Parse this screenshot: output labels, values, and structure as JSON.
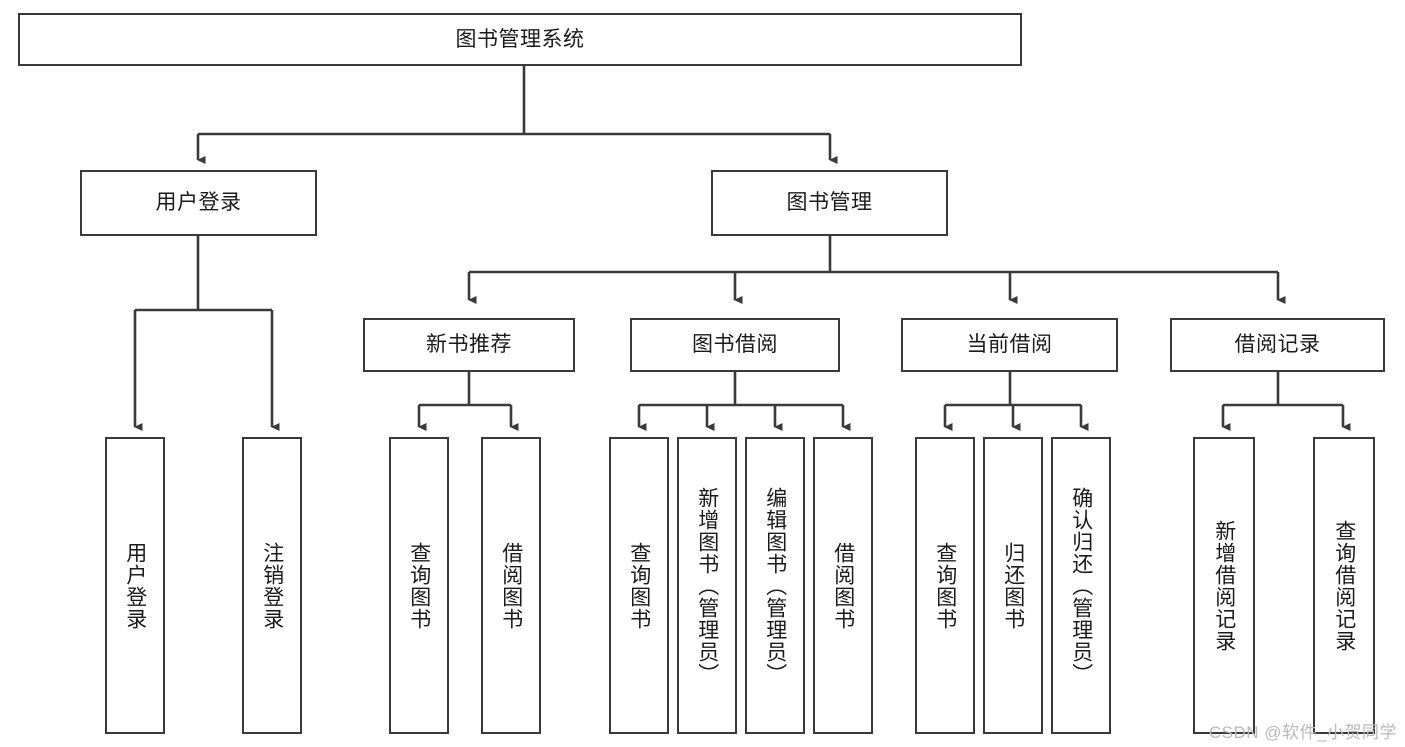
{
  "diagram": {
    "type": "tree",
    "title": "图书管理系统",
    "watermark": "CSDN @软件_小贺同学",
    "colors": {
      "box_border": "#3a3a3a",
      "box_fill": "#ffffff",
      "connector": "#3a3a3a",
      "text": "#1b1b1b",
      "watermark": "#b9b9b9"
    },
    "nodes": {
      "root": {
        "label": "图书管理系统"
      },
      "level1": [
        {
          "id": "user-login",
          "label": "用户登录"
        },
        {
          "id": "book-manage",
          "label": "图书管理"
        }
      ],
      "level2": [
        {
          "id": "new-book-recommend",
          "label": "新书推荐"
        },
        {
          "id": "book-borrow",
          "label": "图书借阅"
        },
        {
          "id": "current-borrow",
          "label": "当前借阅"
        },
        {
          "id": "borrow-record",
          "label": "借阅记录"
        }
      ],
      "leaves": {
        "user-login": [
          {
            "id": "leaf-user-login",
            "label": "用户登录"
          },
          {
            "id": "leaf-logout-login",
            "label": "注销登录"
          }
        ],
        "new-book-recommend": [
          {
            "id": "leaf-query-book-1",
            "label": "查询图书"
          },
          {
            "id": "leaf-borrow-book-1",
            "label": "借阅图书"
          }
        ],
        "book-borrow": [
          {
            "id": "leaf-query-book-2",
            "label": "查询图书"
          },
          {
            "id": "leaf-add-book",
            "label": "新增图书（管理员）"
          },
          {
            "id": "leaf-edit-book",
            "label": "编辑图书（管理员）"
          },
          {
            "id": "leaf-borrow-book-2",
            "label": "借阅图书"
          }
        ],
        "current-borrow": [
          {
            "id": "leaf-query-book-3",
            "label": "查询图书"
          },
          {
            "id": "leaf-return-book",
            "label": "归还图书"
          },
          {
            "id": "leaf-confirm-return",
            "label": "确认归还（管理员）"
          }
        ],
        "borrow-record": [
          {
            "id": "leaf-add-record",
            "label": "新增借阅记录"
          },
          {
            "id": "leaf-query-record",
            "label": "查询借阅记录"
          }
        ]
      }
    }
  }
}
